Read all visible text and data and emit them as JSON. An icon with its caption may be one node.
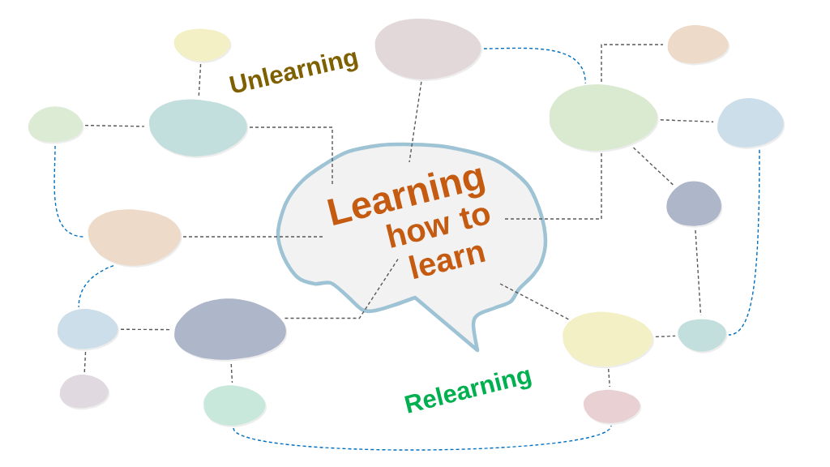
{
  "diagram": {
    "nodes": [
      {
        "text": [
          "Learning",
          "how to learn"
        ]
      },
      {
        "text": [],
        "shape": "cloud"
      },
      {
        "text": [],
        "shape": "cloud"
      },
      {
        "text": [],
        "shape": "cloud"
      },
      {
        "text": [],
        "shape": "cloud"
      },
      {
        "text": [],
        "shape": "cloud"
      },
      {
        "text": [],
        "shape": "cloud"
      },
      {
        "text": [],
        "shape": "cloud"
      },
      {
        "text": [],
        "shape": "cloud"
      },
      {
        "text": [],
        "shape": "cloud"
      },
      {
        "text": [],
        "shape": "cloud"
      },
      {
        "text": [],
        "shape": "cloud"
      },
      {
        "text": [],
        "shape": "cloud"
      },
      {
        "text": [],
        "shape": "cloud"
      },
      {
        "text": [],
        "shape": "cloud"
      },
      {
        "text": [],
        "shape": "cloud"
      },
      {
        "text": [],
        "shape": "cloud"
      }
    ],
    "edges": [
      {
        "from": 1,
        "to": 5,
        "arrow": "none",
        "style": "dashed"
      },
      {
        "from": 4,
        "to": 5,
        "arrow": "none",
        "style": "dashed"
      },
      {
        "from": 5,
        "to": 0,
        "arrow": "none",
        "style": "dashed"
      },
      {
        "from": 2,
        "to": 0,
        "arrow": "none",
        "style": "dashed"
      },
      {
        "from": 2,
        "to": 6,
        "arrow": "none",
        "style": "dashed",
        "color": "#0070c0"
      },
      {
        "from": 6,
        "to": 3,
        "arrow": "none",
        "style": "dashed"
      },
      {
        "from": 6,
        "to": 7,
        "arrow": "none",
        "style": "dashed"
      },
      {
        "from": 6,
        "to": 8,
        "arrow": "none",
        "style": "dashed"
      },
      {
        "from": 6,
        "to": 0,
        "arrow": "none",
        "style": "dashed"
      },
      {
        "from": 4,
        "to": 9,
        "arrow": "none",
        "style": "dashed",
        "color": "#0070c0"
      },
      {
        "from": 9,
        "to": 0,
        "arrow": "none",
        "style": "dashed"
      },
      {
        "from": 9,
        "to": 10,
        "arrow": "none",
        "style": "dashed",
        "color": "#0070c0"
      },
      {
        "from": 10,
        "to": 11,
        "arrow": "none",
        "style": "dashed"
      },
      {
        "from": 10,
        "to": 14,
        "arrow": "none",
        "style": "dashed"
      },
      {
        "from": 11,
        "to": 0,
        "arrow": "none",
        "style": "dashed"
      },
      {
        "from": 11,
        "to": 15,
        "arrow": "none",
        "style": "dashed"
      },
      {
        "from": 15,
        "to": 16,
        "arrow": "none",
        "style": "dashed",
        "color": "#0070c0"
      },
      {
        "from": 0,
        "to": 12,
        "arrow": "none",
        "style": "dashed"
      },
      {
        "from": 12,
        "to": 13,
        "arrow": "none",
        "style": "dashed"
      },
      {
        "from": 8,
        "to": 13,
        "arrow": "none",
        "style": "dashed"
      },
      {
        "from": 12,
        "to": 16,
        "arrow": "none",
        "style": "dashed"
      },
      {
        "from": 7,
        "to": 13,
        "arrow": "none",
        "style": "dashed",
        "color": "#0070c0"
      }
    ],
    "labels": [
      "Unlearning",
      "Relearning"
    ]
  }
}
